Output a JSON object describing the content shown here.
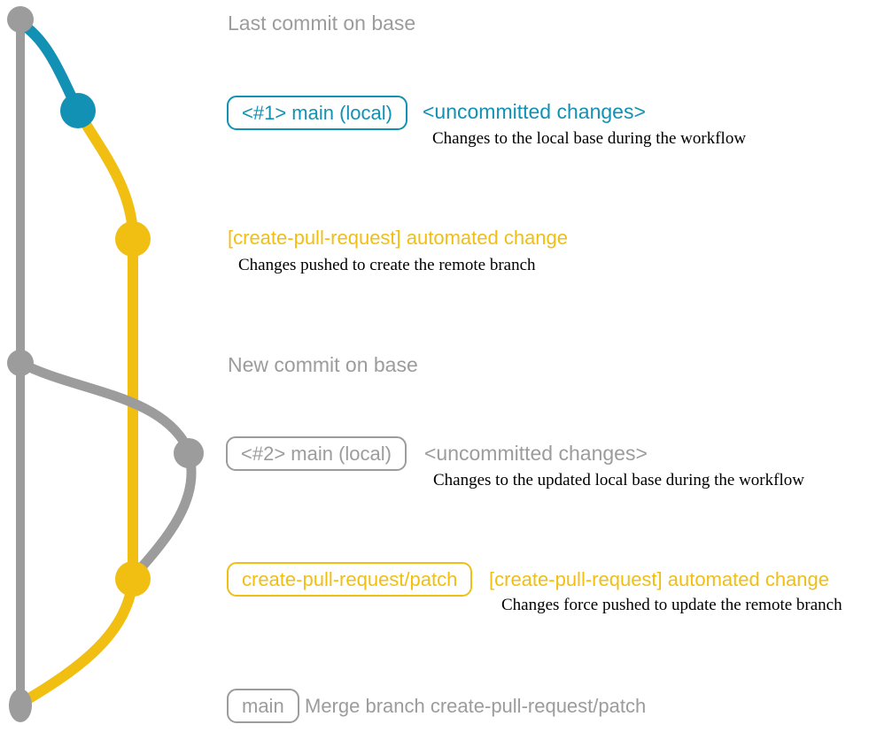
{
  "colors": {
    "gray": "#9c9c9c",
    "blue": "#1291b4",
    "yellow": "#f0bf12",
    "text": "#000000"
  },
  "events": [
    {
      "name": "last-commit-on-base",
      "title": "Last commit on base",
      "title_color": "gray"
    },
    {
      "name": "main-local-1",
      "badge": "<#1> main (local)",
      "badge_color": "blue",
      "title": "<uncommitted changes>",
      "title_color": "blue",
      "description": "Changes to the local base during the workflow"
    },
    {
      "name": "automated-change-1",
      "title": "[create-pull-request] automated change",
      "title_color": "yellow",
      "description": "Changes pushed to create the remote branch"
    },
    {
      "name": "new-commit-on-base",
      "title": "New commit on base",
      "title_color": "gray"
    },
    {
      "name": "main-local-2",
      "badge": "<#2> main (local)",
      "badge_color": "gray",
      "title": "<uncommitted changes>",
      "title_color": "gray",
      "description": "Changes to the updated local base during the workflow"
    },
    {
      "name": "automated-change-2",
      "badge": "create-pull-request/patch",
      "badge_color": "yellow",
      "title": "[create-pull-request] automated change",
      "title_color": "yellow",
      "description": "Changes force pushed to update the remote branch"
    },
    {
      "name": "merge-commit",
      "badge": "main",
      "badge_color": "gray",
      "title": "Merge branch create-pull-request/patch",
      "title_color": "gray"
    }
  ]
}
